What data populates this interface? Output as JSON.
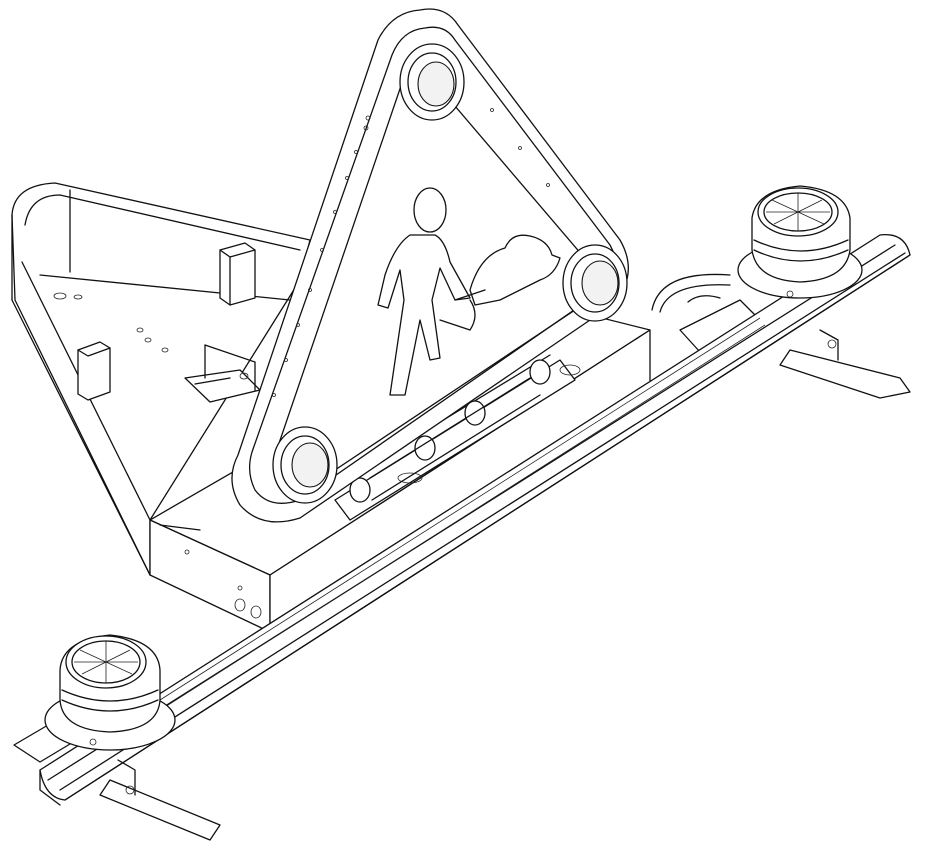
{
  "figure": {
    "subject": "",
    "line_color": "#111111",
    "background": "#ffffff"
  },
  "parts": [
    "triangular-housing",
    "road-works-sign",
    "corner-lamp-top",
    "corner-lamp-left",
    "corner-lamp-right",
    "tube-lamp-assembly",
    "light-bar",
    "beacon-left",
    "beacon-right",
    "mounting-foot-left",
    "mounting-foot-right",
    "side-box",
    "bracket"
  ]
}
